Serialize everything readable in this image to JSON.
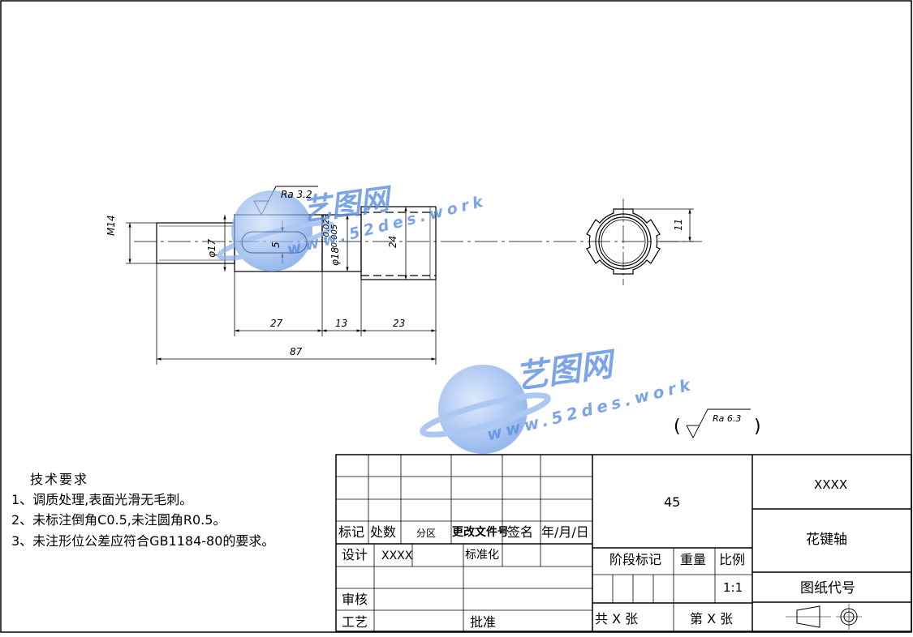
{
  "technical_requirements": {
    "title": "技术要求",
    "items": [
      "1、调质处理,表面光滑无毛刺。",
      "2、未标注倒角C0.5,未注圆角R0.5。",
      "3、未注形位公差应符合GB1184-80的要求。"
    ]
  },
  "dimensions": {
    "thread": "M14",
    "dia_shaft": "φ17",
    "key_width": "5",
    "tol_upper": "-0.023",
    "tol_lower": "-0.005",
    "dia_tol": "φ18",
    "spline_dia": "24",
    "len_27": "27",
    "len_13": "13",
    "len_23": "23",
    "total_len": "87",
    "side_11": "11",
    "roughness": "Ra 3.2",
    "general_roughness": "Ra 6.3"
  },
  "title_block": {
    "material": "45",
    "part_code": "XXXX",
    "part_name": "花键轴",
    "drawing_no_label": "图纸代号",
    "mark": "标记",
    "count": "处数",
    "zone": "分区",
    "change_doc": "更改文件号",
    "signature": "签名",
    "date": "年/月/日",
    "design": "设计",
    "designer": "XXXX",
    "standardize": "标准化",
    "review": "审核",
    "process": "工艺",
    "approve": "批准",
    "stage_mark": "阶段标记",
    "weight": "重量",
    "scale_label": "比例",
    "scale": "1:1",
    "sheets_total": "共 X 张",
    "sheet_no": "第 X 张"
  },
  "watermark": {
    "brand": "艺图网",
    "url": "www.52des.work"
  }
}
